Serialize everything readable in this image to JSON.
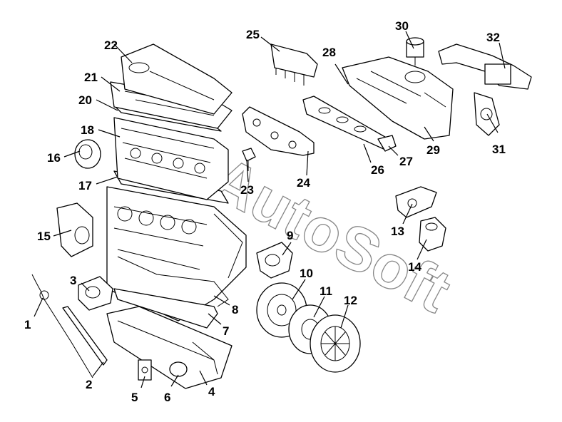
{
  "watermark": "AutoSoft",
  "callouts": [
    {
      "id": "1",
      "text": "1"
    },
    {
      "id": "2",
      "text": "2"
    },
    {
      "id": "3",
      "text": "3"
    },
    {
      "id": "4",
      "text": "4"
    },
    {
      "id": "5",
      "text": "5"
    },
    {
      "id": "6",
      "text": "6"
    },
    {
      "id": "7",
      "text": "7"
    },
    {
      "id": "8",
      "text": "8"
    },
    {
      "id": "9",
      "text": "9"
    },
    {
      "id": "10",
      "text": "10"
    },
    {
      "id": "11",
      "text": "11"
    },
    {
      "id": "12",
      "text": "12"
    },
    {
      "id": "13",
      "text": "13"
    },
    {
      "id": "14",
      "text": "14"
    },
    {
      "id": "15",
      "text": "15"
    },
    {
      "id": "16",
      "text": "16"
    },
    {
      "id": "17",
      "text": "17"
    },
    {
      "id": "18",
      "text": "18"
    },
    {
      "id": "20",
      "text": "20"
    },
    {
      "id": "21",
      "text": "21"
    },
    {
      "id": "22",
      "text": "22"
    },
    {
      "id": "23",
      "text": "23"
    },
    {
      "id": "24",
      "text": "24"
    },
    {
      "id": "25",
      "text": "25"
    },
    {
      "id": "26",
      "text": "26"
    },
    {
      "id": "27",
      "text": "27"
    },
    {
      "id": "28",
      "text": "28"
    },
    {
      "id": "29",
      "text": "29"
    },
    {
      "id": "30",
      "text": "30"
    },
    {
      "id": "31",
      "text": "31"
    },
    {
      "id": "32",
      "text": "32"
    }
  ]
}
